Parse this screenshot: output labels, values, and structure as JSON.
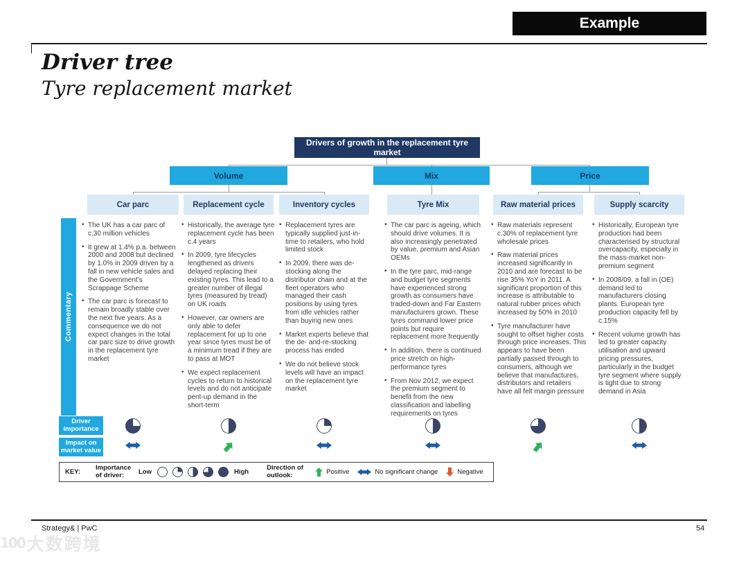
{
  "page": {
    "example_label": "Example",
    "title": "Driver tree",
    "subtitle": "Tyre replacement market",
    "footer_left": "Strategy& | PwC",
    "page_number": "54",
    "watermark_logo": "100",
    "watermark": "大数跨境"
  },
  "colors": {
    "navy": "#1F3864",
    "cyan": "#21A8DE",
    "header_bg": "#D9EAF6",
    "pie": "#3E4466",
    "positive": "#2FB25C",
    "negative": "#E2572B",
    "no_change": "#1B5EA6"
  },
  "tree": {
    "root": "Drivers of growth in the replacement tyre market",
    "branches": [
      "Volume",
      "Mix",
      "Price"
    ]
  },
  "commentary_label": "Commentary",
  "row_labels": {
    "importance": "Driver importance",
    "impact": "Impact on market value"
  },
  "columns": [
    {
      "header": "Car parc",
      "branch": "Volume",
      "importance": 0.75,
      "importance_from_deg": 90,
      "impact": "no-change",
      "bullets": [
        "The UK has a car parc of c.30 million vehicles",
        "It grew at 1.4% p.a. between 2000 and 2008 but declined by 1.0% in 2009 driven by a fall in new vehicle sales and the Government's Scrappage Scheme",
        "The car parc is forecast to remain broadly stable over the next five years. As a consequence we do not expect changes in the total car parc size to drive growth in the replacement tyre market"
      ]
    },
    {
      "header": "Replacement cycle",
      "branch": "Volume",
      "importance": 0.5,
      "importance_from_deg": 0,
      "impact": "positive",
      "bullets": [
        "Historically, the average tyre replacement cycle has been c.4 years",
        "In 2009, tyre lifecycles lengthened as drivers delayed replacing their existing tyres. This lead to a greater number of illegal tyres (measured by tread) on UK roads",
        "However, car owners are only able to defer replacement for up to one year since tyres must be of a minimum tread if they are to pass at MOT",
        "We expect replacement cycles to return to historical levels and do not anticipate pent-up demand in the short-term"
      ]
    },
    {
      "header": "Inventory cycles",
      "branch": "Volume",
      "importance": 0.25,
      "importance_from_deg": 0,
      "impact": "no-change",
      "bullets": [
        "Replacement tyres are typically supplied just-in-time to retailers, who hold limited stock",
        "In 2009, there was de-stocking along the distributor chain and at the fleet operators who managed their cash positions by using tyres from idle vehicles rather than buying new ones",
        "Market experts believe that the de- and-re-stocking process has ended",
        "We do not believe stock levels will have an impact on the replacement tyre market"
      ]
    },
    {
      "header": "Tyre Mix",
      "branch": "Mix",
      "importance": 0.5,
      "importance_from_deg": 0,
      "impact": "no-change",
      "bullets": [
        "The car parc is ageing, which should drive volumes. It is also increasingly penetrated by value, premium and Asian OEMs",
        "In the tyre parc, mid-range and budget tyre segments have experienced strong growth as consumers have traded-down and Far Eastern manufacturers grown. These tyres command lower price points but require replacement more frequently",
        "In addition, there is continued price stretch on high-performance tyres",
        "From Nov 2012, we expect the premium segment to benefit from the new classification and labelling requirements on tyres"
      ]
    },
    {
      "header": "Raw material prices",
      "branch": "Price",
      "importance": 0.75,
      "importance_from_deg": 0,
      "impact": "positive",
      "bullets": [
        "Raw materials represent c.30% of replacement tyre wholesale prices",
        "Raw material prices increased significantly in 2010 and are forecast to be rise 35% YoY in 2011. A significant proportion of this increase is attributable to natural rubber prices which increased by 50% in 2010",
        "Tyre manufacturer have sought to offset higher costs through price increases. This appears to have been partially passed through to consumers, although we believe that manufactures, distributors and retailers have all felt margin pressure"
      ]
    },
    {
      "header": "Supply scarcity",
      "branch": "Price",
      "importance": 0.5,
      "importance_from_deg": 0,
      "impact": "no-change",
      "bullets": [
        "Historically, European tyre production had been characterised by structural overcapacity, especially in the mass-market non-premium segment",
        "In 2008/09, a fall in (OE) demand led to manufacturers closing plants. European tyre production capacity fell by c.15%",
        "Recent volume growth has led to greater capacity utilisation and upward pricing pressures, particularly in the budget tyre segment where supply is tight due to strong demand in Asia"
      ]
    }
  ],
  "key": {
    "label": "KEY:",
    "importance_label": "Importance of driver:",
    "low": "Low",
    "high": "High",
    "importance_scale": [
      0,
      0.25,
      0.5,
      0.75,
      1
    ],
    "outlook_label": "Direction of outlook:",
    "outlook_items": [
      {
        "type": "positive",
        "label": "Positive"
      },
      {
        "type": "no-change",
        "label": "No significant change"
      },
      {
        "type": "negative",
        "label": "Negative"
      }
    ]
  }
}
